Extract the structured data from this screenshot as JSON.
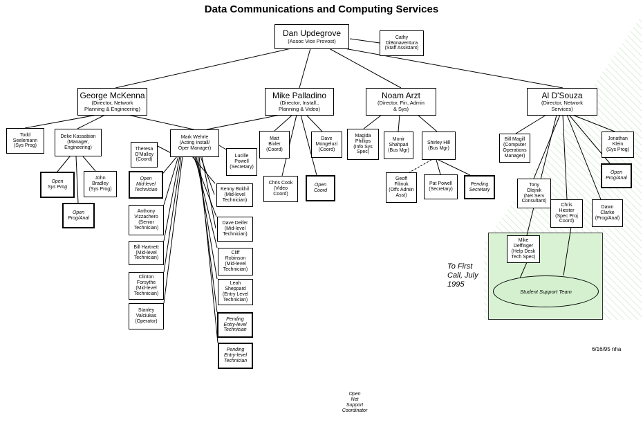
{
  "title": "Data Communications and Computing Services",
  "top": {
    "name": "Dan Updegrove",
    "role": "(Assoc Vice Provost)"
  },
  "assistant": {
    "name": "Cathy\nDiBonaventura\n(Staff Assistant)"
  },
  "directors": [
    {
      "name": "George McKenna",
      "role": "(Director, Network\nPlanning & Engineering)"
    },
    {
      "name": "Mike Palladino",
      "role": "(Director, Install.,\nPlanning & Video)"
    },
    {
      "name": "Noam Arzt",
      "role": "(Director, Fin, Admin\n& Sys)"
    },
    {
      "name": "Al D'Souza",
      "role": "(Director, Network\nServices)"
    }
  ],
  "mckenna_staff": {
    "todd": "Todd\nSeelemann\n(Sys Prog)",
    "deke": "Deke Kassabian\n(Manager,\nEngineering)",
    "open_sysprog": "Open\nSys Prog",
    "john": "John\nBradley\n(Sys Prog)",
    "open_proganal": "Open\nProg/Anal",
    "mark": "Mark Wehrle\n(Acting Install/\nOper Manager)",
    "theresa": "Theresa\nO'Malley\n(Coord)",
    "open_midlevel": "Open\nMid-level\nTechnician",
    "lucille": "Lucille\nPowell\n(Secretary)",
    "anthony": "Anthony\nVizzachero\n(Senior\nTechnician)",
    "bill_h": "Bill Hartnett\n(Mid-level\nTechnician)",
    "clinton": "Clinton\nForsythe\n(Mid-level\nTechnician)",
    "stanley": "Stanley\nValciukas\n(Operator)",
    "kenny": "Kenny Bokhil\n(Mid-level\nTechnician)",
    "dave_d": "Dave Deifer\n(Mid-level\nTechnician)",
    "cliff": "Cliff\nRobinson\n(Mid-level\nTechnician)",
    "leah": "Leah\nSheppard\n(Entry Level\nTechnician)",
    "pending1": "Pending\nEntry-level\nTechnician",
    "pending2": "Pending\nEntry-level\nTechnician"
  },
  "palladino_staff": {
    "matt": "Matt\nBixler\n(Coord)",
    "dave_m": "Dave\nMongeluzi\n(Coord)",
    "chris_c": "Chris Cook\n(Video\nCoord)",
    "open_coord": "Open\nCoord"
  },
  "arzt_staff": {
    "magida": "Magida\nPhillips\n(Info Sys\nSpec)",
    "monir": "Monir\nShahpari\n(Bus Mgr)",
    "shirley": "Shirley Hill\n(Bus Mgr)",
    "geoff": "Geoff\nFilinuk\n(Offc Admin\nAsst)",
    "pat": "Pat Powell\n(Secretary)",
    "pending_sec": "Pending\nSecretary"
  },
  "dsouza_staff": {
    "bill_m": "Bill Magill\n(Computer\nOperations\nManager)",
    "jonathan": "Jonathan\nKlein\n(Sys Prog)",
    "open_proganal": "Open\nProg/Anal",
    "tony": "Tony\nOlejnik\n(Net Serv\nConsultant)",
    "chris_h": "Chris\nHiester\n(Spec Proj\nCoord)",
    "dawn": "Dawn\nClarke\n(Prog/Anal)",
    "mike_d": "Mike\nDeffinger\n(Help Desk\nTech Spec)",
    "student_team": "Student Support Team"
  },
  "to_first_call": "To First\nCall, July\n1995",
  "open_net_support": "Open\nNet\nSupport\nCoordinator",
  "date_initials": "6/16/95 nha",
  "colors": {
    "lines": "#000000",
    "support_area": "#d9f2d4",
    "hatch": "#9fd49a"
  }
}
